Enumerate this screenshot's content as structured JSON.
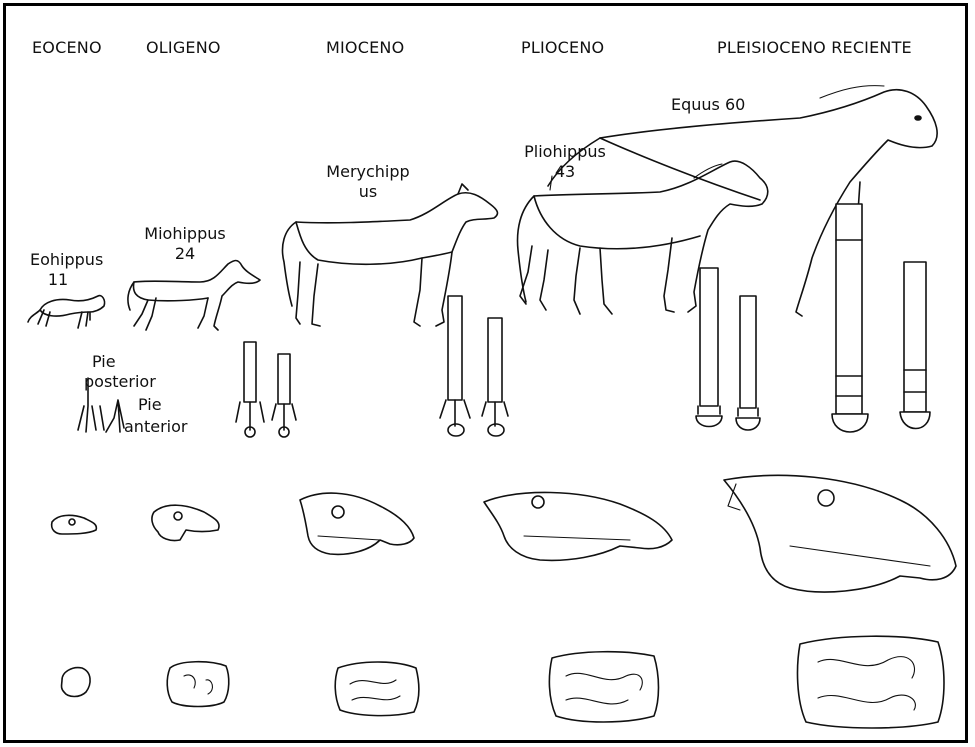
{
  "eras": [
    {
      "id": "eoceno",
      "label": "EOCENO"
    },
    {
      "id": "oligeno",
      "label": "OLIGENO"
    },
    {
      "id": "mioceno",
      "label": "MIOCENO"
    },
    {
      "id": "plioceno",
      "label": "PLIOCENO"
    },
    {
      "id": "pleistoceno",
      "label": "PLEISIOCENO RECIENTE"
    }
  ],
  "species": {
    "eohippus": {
      "name": "Eohippus",
      "number": "11"
    },
    "miohippus": {
      "name": "Miohippus",
      "number": "24"
    },
    "merychippus": {
      "name_line1": "Merychipp",
      "name_line2": "us"
    },
    "pliohippus": {
      "name": "Pliohippus",
      "number": "43"
    },
    "equus": {
      "name": "Equus 60"
    }
  },
  "feet_labels": {
    "rear_line1": "Pie",
    "rear_line2": "posterior",
    "front_line1": "Pie",
    "front_line2": "anterior"
  }
}
